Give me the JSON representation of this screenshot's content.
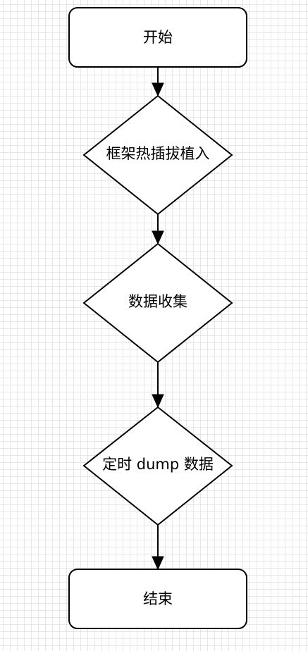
{
  "nodes": {
    "start": {
      "label": "开始"
    },
    "framework_hotplug": {
      "label": "框架热插拔植入"
    },
    "data_collect": {
      "label": "数据收集"
    },
    "timed_dump": {
      "label": "定时 dump 数据"
    },
    "end": {
      "label": "结束"
    }
  },
  "edges": [
    {
      "from": "start",
      "to": "framework_hotplug"
    },
    {
      "from": "framework_hotplug",
      "to": "data_collect"
    },
    {
      "from": "data_collect",
      "to": "timed_dump"
    },
    {
      "from": "timed_dump",
      "to": "end"
    }
  ],
  "colors": {
    "stroke": "#000000",
    "fill": "#ffffff",
    "grid": "#e6e6e6"
  }
}
